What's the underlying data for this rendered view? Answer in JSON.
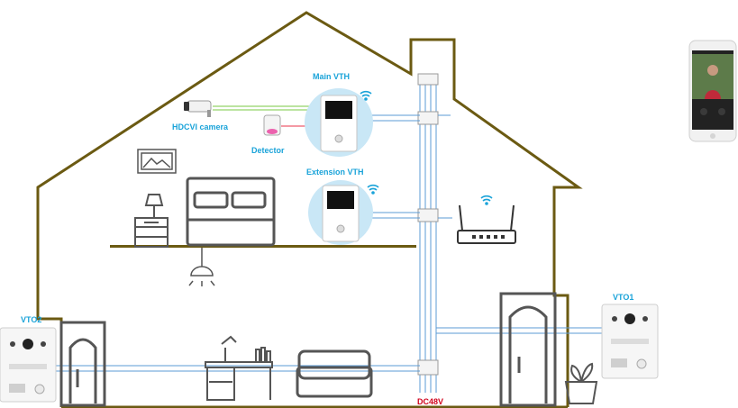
{
  "labels": {
    "main_vth": "Main VTH",
    "extension_vth": "Extension VTH",
    "hdcvi_camera": "HDCVI camera",
    "detector": "Detector",
    "vto1": "VTO1",
    "vto2": "VTO2",
    "power": "DC48V"
  },
  "colors": {
    "house_outline": "#6b5a12",
    "label_blue": "#1aa3d9",
    "power_red": "#d0021b",
    "line_blue": "#5b9bd5",
    "line_green": "#7ac943",
    "line_red": "#e8334a",
    "furniture": "#555555",
    "vth_halo": "#c9e7f6"
  },
  "icons": [
    "camera-icon",
    "detector-icon",
    "monitor-icon",
    "router-icon",
    "wifi-icon",
    "smartphone-icon",
    "bed-icon",
    "lamp-icon",
    "sofa-icon",
    "desk-icon",
    "door-icon",
    "plant-icon",
    "picture-frame-icon",
    "ceiling-lamp-icon",
    "intercom-icon"
  ]
}
